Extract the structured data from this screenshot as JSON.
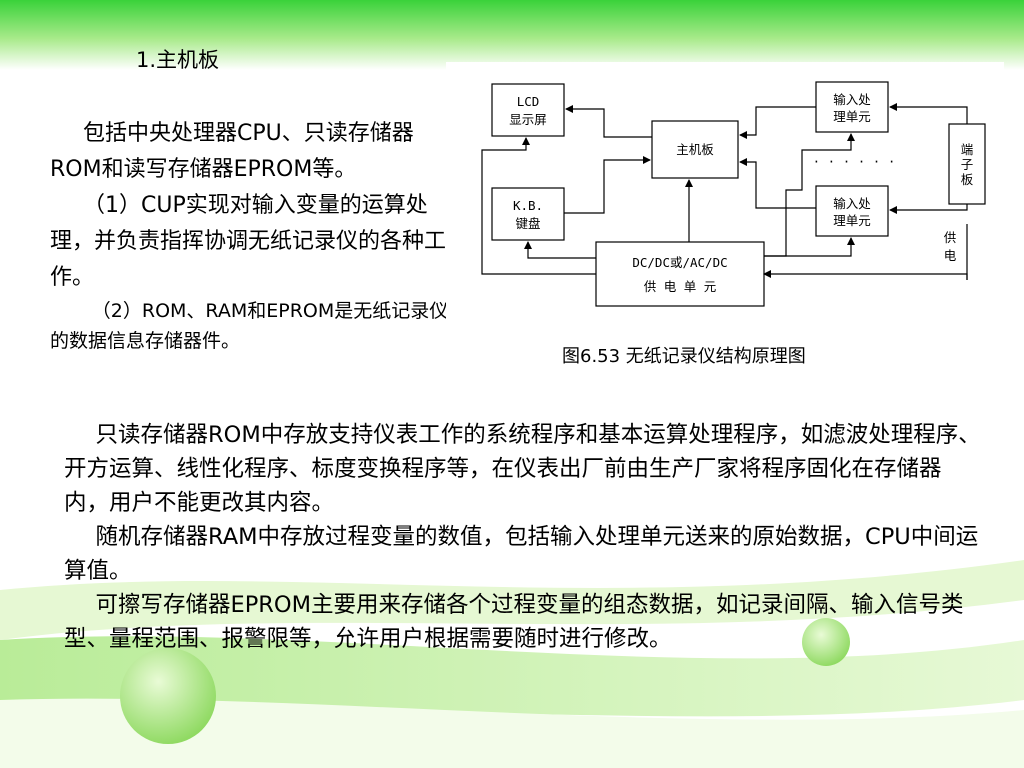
{
  "slide": {
    "heading": "1.主机板",
    "left_paragraphs": [
      "包括中央处理器CPU、只读存储器ROM和读写存储器EPROM等。",
      "（1）CUP实现对输入变量的运算处理，并负责指挥协调无纸记录仪的各种工作。",
      "（2）ROM、RAM和EPROM是无纸记录仪的数据信息存储器件。"
    ],
    "caption": "图6.53   无纸记录仪结构原理图",
    "main_paragraphs": [
      "只读存储器ROM中存放支持仪表工作的系统程序和基本运算处理程序，如滤波处理程序、开方运算、线性化程序、标度变换程序等，在仪表出厂前由生产厂家将程序固化在存储器内，用户不能更改其内容。",
      "随机存储器RAM中存放过程变量的数值，包括输入处理单元送来的原始数据，CPU中间运算值。",
      "可擦写存储器EPROM主要用来存储各个过程变量的组态数据，如记录间隔、输入信号类型、量程范围、报警限等，允许用户根据需要随时进行修改。"
    ]
  },
  "diagram": {
    "lcd_line1": "LCD",
    "lcd_line2": "显示屏",
    "kb_line1": "K.B.",
    "kb_line2": "键盘",
    "main_board": "主机板",
    "input_top_line1": "输入处",
    "input_top_line2": "理单元",
    "input_bottom_line1": "输入处",
    "input_bottom_line2": "理单元",
    "dots": "· · · · · ·",
    "terminal_chars": [
      "端",
      "子",
      "板"
    ],
    "power_label_chars": [
      "供",
      "电"
    ],
    "psu_line1": "DC/DC或/AC/DC",
    "psu_line2": "供  电  单  元"
  },
  "colors": {
    "green_dark": "#3ad23a",
    "green_light": "#dff7c8",
    "bubble": "#a6e37a"
  }
}
